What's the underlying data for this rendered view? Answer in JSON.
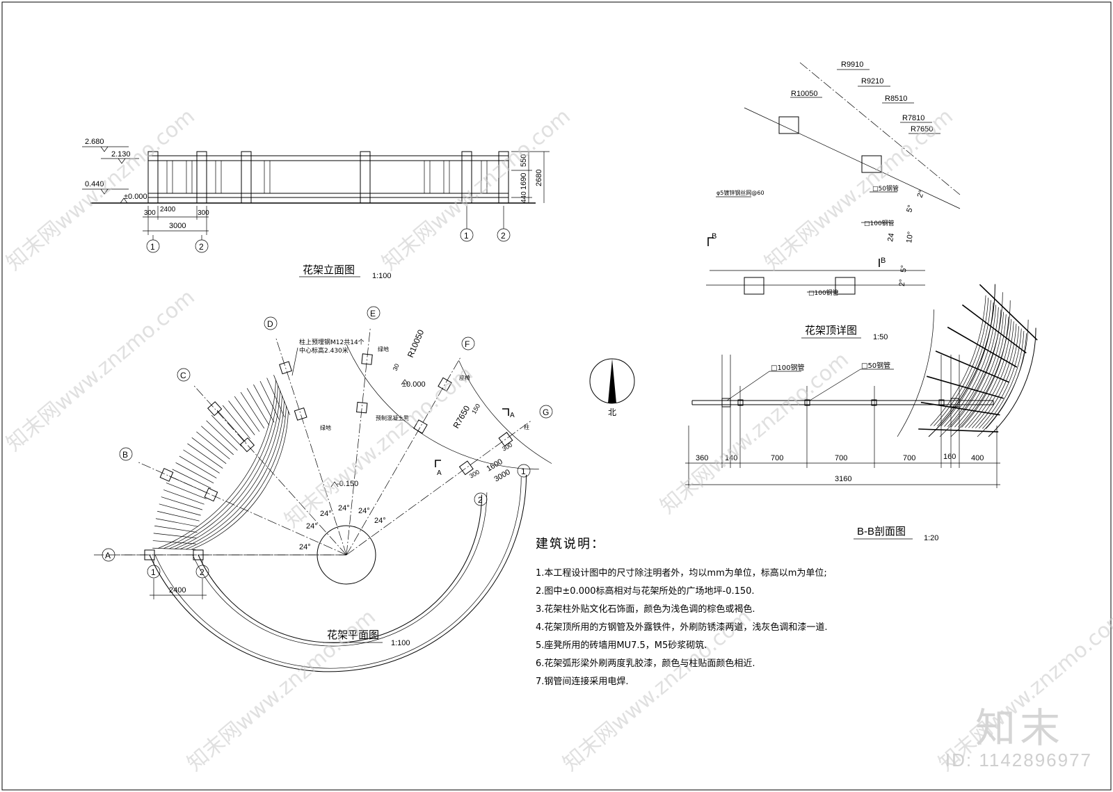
{
  "elevation": {
    "title": "花架立面图",
    "scale": "1:100",
    "levels": [
      "2.680",
      "2.130",
      "0.440",
      "±0.000"
    ],
    "dims_bottom": [
      "300",
      "2400",
      "300",
      "3000"
    ],
    "dims_right": [
      "550",
      "1690",
      "440",
      "2680"
    ],
    "axes": [
      "1",
      "2",
      "1",
      "2"
    ]
  },
  "roof_detail": {
    "title": "花架顶详图",
    "scale": "1:50",
    "radii": [
      "R9910",
      "R9210",
      "R10050",
      "R8510",
      "R7810",
      "R7650"
    ],
    "angles": [
      "2°",
      "5°",
      "24",
      "10°",
      "5°",
      "2°"
    ],
    "labels": [
      "φ5镀锌钢丝网@60",
      "□50钢管",
      "□100钢管",
      "□100钢管"
    ],
    "section_marks": [
      "B",
      "B"
    ]
  },
  "plan": {
    "title": "花架平面图",
    "scale": "1:100",
    "axes_letters": [
      "A",
      "B",
      "C",
      "D",
      "E",
      "F",
      "G"
    ],
    "axes_numbers": [
      "1",
      "2",
      "1",
      "2"
    ],
    "angles": [
      "24°",
      "24°",
      "24°",
      "24°",
      "24°",
      "24°"
    ],
    "radii": [
      "R10050",
      "R7650"
    ],
    "levels": [
      "±0.000",
      "-0.150"
    ],
    "dims": [
      "2400",
      "1600",
      "3000",
      "300",
      "300",
      "30",
      "150"
    ],
    "annotations": [
      "柱上预埋钢M12共14个",
      "中心标高2.430米",
      "绿地",
      "预制混凝土凳",
      "绿地",
      "座椅",
      "柱"
    ],
    "section_marks": [
      "A",
      "A"
    ]
  },
  "north": {
    "label": "北"
  },
  "section_bb": {
    "title": "B-B剖面图",
    "scale": "1:20",
    "labels": [
      "□100钢管",
      "□50钢管"
    ],
    "dims": [
      "360",
      "140",
      "700",
      "700",
      "700",
      "160",
      "400"
    ],
    "total": "3160"
  },
  "notes": {
    "title": "建筑说明：",
    "items": [
      "1.本工程设计图中的尺寸除注明者外，均以mm为单位，标高以m为单位;",
      "2.图中±0.000标高相对与花架所处的广场地坪-0.150.",
      "3.花架柱外贴文化石饰面，颜色为浅色调的棕色或褐色.",
      "4.花架顶所用的方钢管及外露铁件，外刷防锈漆两道，浅灰色调和漆一道.",
      "5.座凳所用的砖墙用MU7.5，M5砂浆砌筑.",
      "6.花架弧形梁外刷两度乳胶漆，颜色与柱贴面颜色相近.",
      "7.钢管间连接采用电焊."
    ]
  },
  "watermark": {
    "brand": "知末",
    "id": "ID: 1142896977",
    "text": "知末网www.znzmo.com"
  }
}
